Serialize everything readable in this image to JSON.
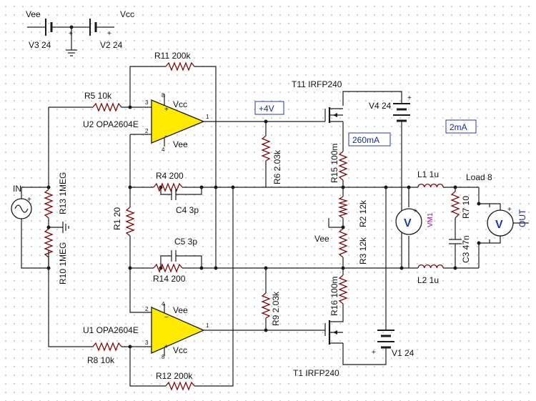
{
  "diagram": {
    "nets": {
      "vee_top": "Vee",
      "vcc_top": "Vcc",
      "in_port": "IN",
      "out_port": "OUT",
      "vee_mid": "Vee",
      "u2_vcc": "Vcc",
      "u2_vee": "Vee",
      "u1_vee": "Vee",
      "u1_vcc": "Vcc"
    },
    "parts": {
      "v3": "V3 24",
      "v2": "V2 24",
      "r11": "R11 200k",
      "r5": "R5 10k",
      "u2": "U2 OPA2604E",
      "r13": "R13 1MEG",
      "r10": "R10 1MEG",
      "r1": "R1 20",
      "r4": "R4 200",
      "c4": "C4 3p",
      "c5": "C5 3p",
      "r14": "R14 200",
      "u1": "U1 OPA2604E",
      "r8": "R8 10k",
      "r12": "R12 200k",
      "r6": "R6 2.03k",
      "r9": "R9 2.03k",
      "t11": "T11 IRFP240",
      "t1": "T1 IRFP240",
      "v4": "V4 24",
      "v1": "V1 24",
      "r15": "R15 100m",
      "r16": "R16 100m",
      "r2": "R2 12k",
      "r3": "R3 12k",
      "l1": "L1 1u",
      "l2": "L2 1u",
      "r7": "R7 10",
      "c3": "C3 47n",
      "load": "Load 8",
      "vm1": "VM1"
    },
    "probes": {
      "bias_voltage": "+4V",
      "drain_current": "260mA",
      "supply_current": "2mA"
    },
    "meter_symbol": "V",
    "pins": {
      "u2_in_plus": "3",
      "u2_in_minus": "2",
      "u2_out": "1",
      "u2_v_plus": "8",
      "u2_v_minus": "4",
      "u1_in_minus": "2",
      "u1_in_plus": "3",
      "u1_out": "1",
      "u1_v_plus": "8",
      "u1_v_minus": "4"
    },
    "signs": {
      "plus": "+",
      "minus": "−"
    }
  }
}
